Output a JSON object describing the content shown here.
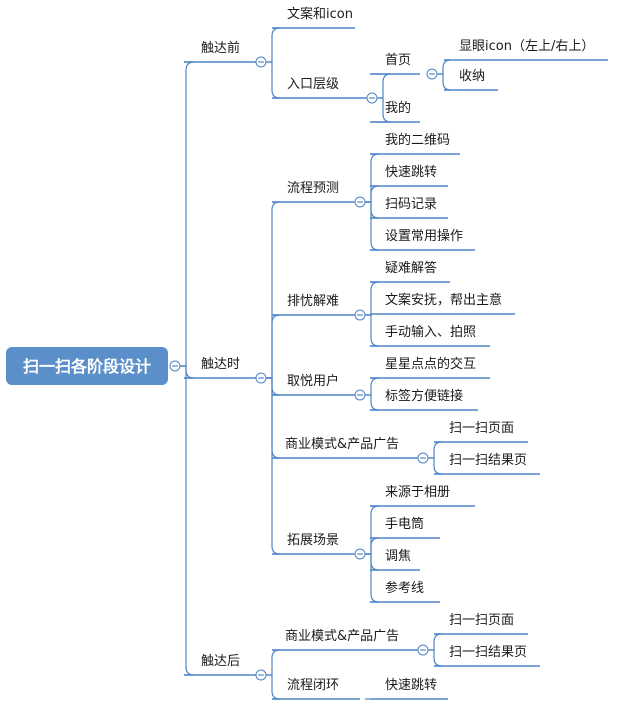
{
  "mindmap": {
    "root": {
      "id": "root",
      "label": "扫一扫各阶段设计"
    },
    "nodes": [
      {
        "id": "n1",
        "label": "触达前"
      },
      {
        "id": "n1a",
        "label": "文案和icon"
      },
      {
        "id": "n1b",
        "label": "入口层级"
      },
      {
        "id": "n1b1",
        "label": "首页"
      },
      {
        "id": "n1b1a",
        "label": "显眼icon（左上/右上）"
      },
      {
        "id": "n1b1b",
        "label": "收纳"
      },
      {
        "id": "n1b2",
        "label": "我的"
      },
      {
        "id": "n2",
        "label": "触达时"
      },
      {
        "id": "n2a",
        "label": "流程预测"
      },
      {
        "id": "n2a1",
        "label": "我的二维码"
      },
      {
        "id": "n2a2",
        "label": "快速跳转"
      },
      {
        "id": "n2a3",
        "label": "扫码记录"
      },
      {
        "id": "n2a4",
        "label": "设置常用操作"
      },
      {
        "id": "n2b",
        "label": "排忧解难"
      },
      {
        "id": "n2b1",
        "label": "疑难解答"
      },
      {
        "id": "n2b2",
        "label": "文案安抚，帮出主意"
      },
      {
        "id": "n2b3",
        "label": "手动输入、拍照"
      },
      {
        "id": "n2c",
        "label": "取悦用户"
      },
      {
        "id": "n2c1",
        "label": "星星点点的交互"
      },
      {
        "id": "n2c2",
        "label": "标签方便链接"
      },
      {
        "id": "n2d",
        "label": "商业模式&产品广告"
      },
      {
        "id": "n2d1",
        "label": "扫一扫页面"
      },
      {
        "id": "n2d2",
        "label": "扫一扫结果页"
      },
      {
        "id": "n2e",
        "label": "拓展场景"
      },
      {
        "id": "n2e1",
        "label": "来源于相册"
      },
      {
        "id": "n2e2",
        "label": "手电筒"
      },
      {
        "id": "n2e3",
        "label": "调焦"
      },
      {
        "id": "n2e4",
        "label": "参考线"
      },
      {
        "id": "n3",
        "label": "触达后"
      },
      {
        "id": "n3a",
        "label": "商业模式&产品广告"
      },
      {
        "id": "n3a1",
        "label": "扫一扫页面"
      },
      {
        "id": "n3a2",
        "label": "扫一扫结果页"
      },
      {
        "id": "n3b",
        "label": "流程闭环"
      },
      {
        "id": "n3b1",
        "label": "快速跳转"
      }
    ],
    "edges": [
      {
        "from": "root",
        "to": "n1"
      },
      {
        "from": "root",
        "to": "n2"
      },
      {
        "from": "root",
        "to": "n3"
      },
      {
        "from": "n1",
        "to": "n1a"
      },
      {
        "from": "n1",
        "to": "n1b"
      },
      {
        "from": "n1b",
        "to": "n1b1"
      },
      {
        "from": "n1b",
        "to": "n1b2"
      },
      {
        "from": "n1b1",
        "to": "n1b1a"
      },
      {
        "from": "n1b1",
        "to": "n1b1b"
      },
      {
        "from": "n2",
        "to": "n2a"
      },
      {
        "from": "n2",
        "to": "n2b"
      },
      {
        "from": "n2",
        "to": "n2c"
      },
      {
        "from": "n2",
        "to": "n2d"
      },
      {
        "from": "n2",
        "to": "n2e"
      },
      {
        "from": "n2a",
        "to": "n2a1"
      },
      {
        "from": "n2a",
        "to": "n2a2"
      },
      {
        "from": "n2a",
        "to": "n2a3"
      },
      {
        "from": "n2a",
        "to": "n2a4"
      },
      {
        "from": "n2b",
        "to": "n2b1"
      },
      {
        "from": "n2b",
        "to": "n2b2"
      },
      {
        "from": "n2b",
        "to": "n2b3"
      },
      {
        "from": "n2c",
        "to": "n2c1"
      },
      {
        "from": "n2c",
        "to": "n2c2"
      },
      {
        "from": "n2d",
        "to": "n2d1"
      },
      {
        "from": "n2d",
        "to": "n2d2"
      },
      {
        "from": "n2e",
        "to": "n2e1"
      },
      {
        "from": "n2e",
        "to": "n2e2"
      },
      {
        "from": "n2e",
        "to": "n2e3"
      },
      {
        "from": "n2e",
        "to": "n2e4"
      },
      {
        "from": "n3",
        "to": "n3a"
      },
      {
        "from": "n3",
        "to": "n3b"
      },
      {
        "from": "n3a",
        "to": "n3a1"
      },
      {
        "from": "n3a",
        "to": "n3a2"
      },
      {
        "from": "n3b",
        "to": "n3b1"
      }
    ]
  },
  "colors": {
    "line": "#4f86c6",
    "root_fill": "#5b8fc9",
    "root_text": "#ffffff",
    "text": "#1a1a1a"
  },
  "icons": {
    "collapse": "minus-circle-icon"
  }
}
